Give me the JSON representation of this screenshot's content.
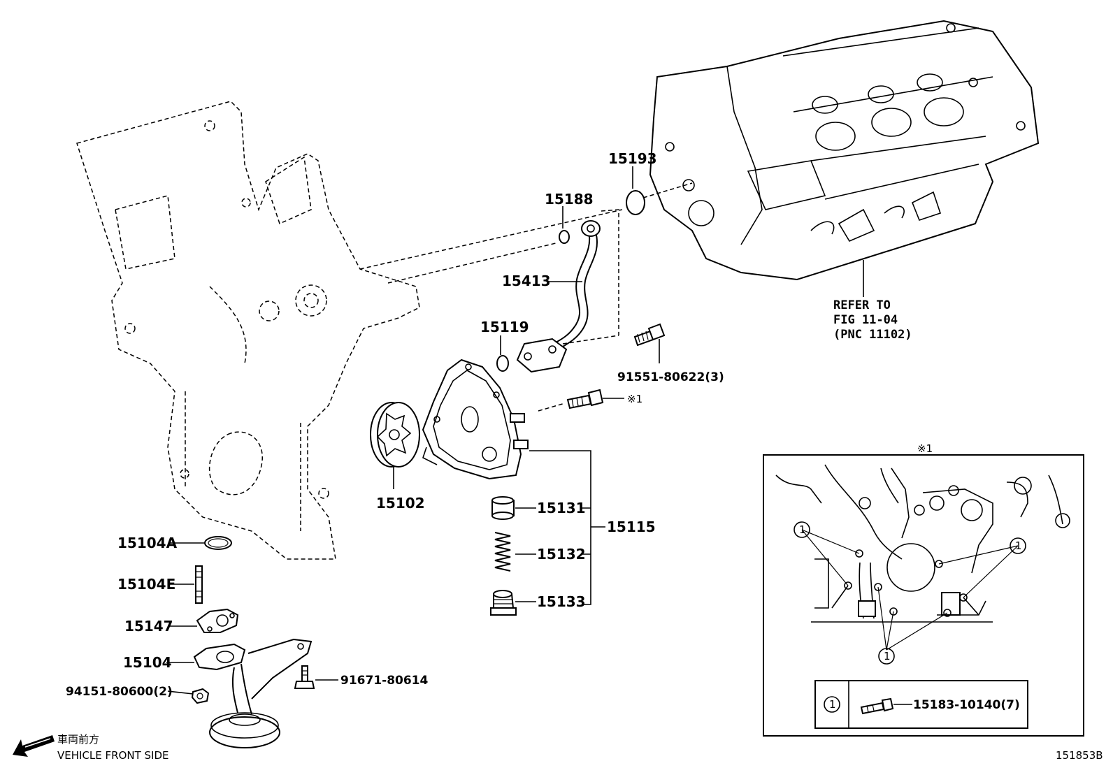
{
  "diagram": {
    "figure_id": "151853B",
    "part_labels": {
      "p15193": "15193",
      "p15188": "15188",
      "p15413": "15413",
      "p15119": "15119",
      "p91551": "91551-80622(3)",
      "p15102": "15102",
      "p15131": "15131",
      "p15132": "15132",
      "p15133": "15133",
      "p15115": "15115",
      "p15104A": "15104A",
      "p15104E": "15104E",
      "p15147": "15147",
      "p15104": "15104",
      "p94151": "94151-80600(2)",
      "p91671": "91671-80614"
    },
    "note_mark": "※1",
    "reference": {
      "line1": "REFER TO",
      "line2": "FIG 11-04",
      "line3": "(PNC 11102)"
    },
    "inset": {
      "title": "※1",
      "callout": "1",
      "legend_key": "1",
      "legend_part": "15183-10140(7)"
    },
    "direction": {
      "jp": "車両前方",
      "en": "VEHICLE FRONT SIDE"
    }
  }
}
